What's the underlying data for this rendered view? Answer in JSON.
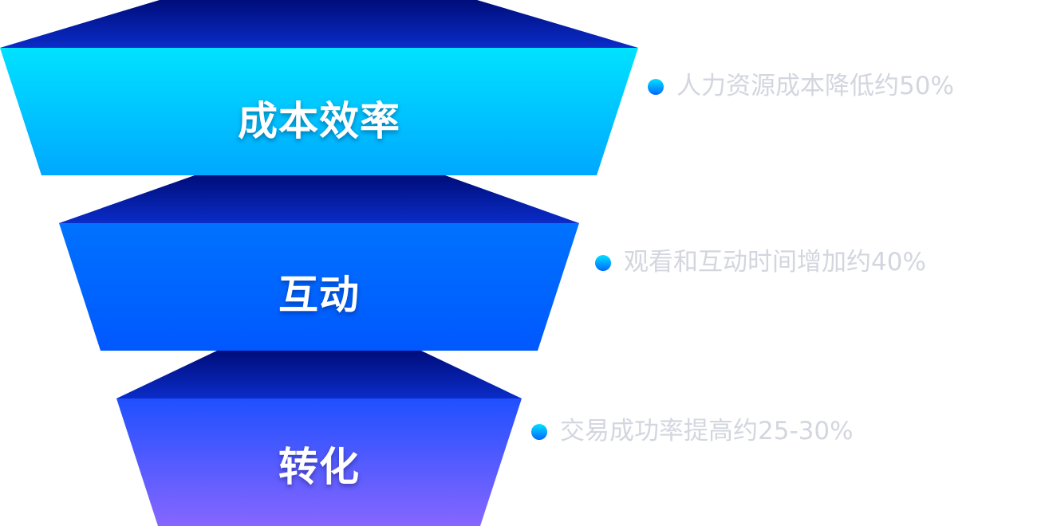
{
  "stages": [
    {
      "title": "成本效率",
      "note": "人力资源成本降低约50%"
    },
    {
      "title": "互动",
      "note": "观看和互动时间增加约40%"
    },
    {
      "title": "转化",
      "note": "交易成功率提高约25-30%"
    }
  ],
  "colors": {
    "stage1_top": "#00e2ff",
    "stage1_bottom": "#00a8ff",
    "stage2_top": "#0072ff",
    "stage2_bottom": "#0058ff",
    "stage3_top": "#1f50ff",
    "stage3_bottom": "#8766ff",
    "cap_light": "#0a2cc8",
    "cap_dark": "#000d7a",
    "note_text": "#d3d6df"
  }
}
